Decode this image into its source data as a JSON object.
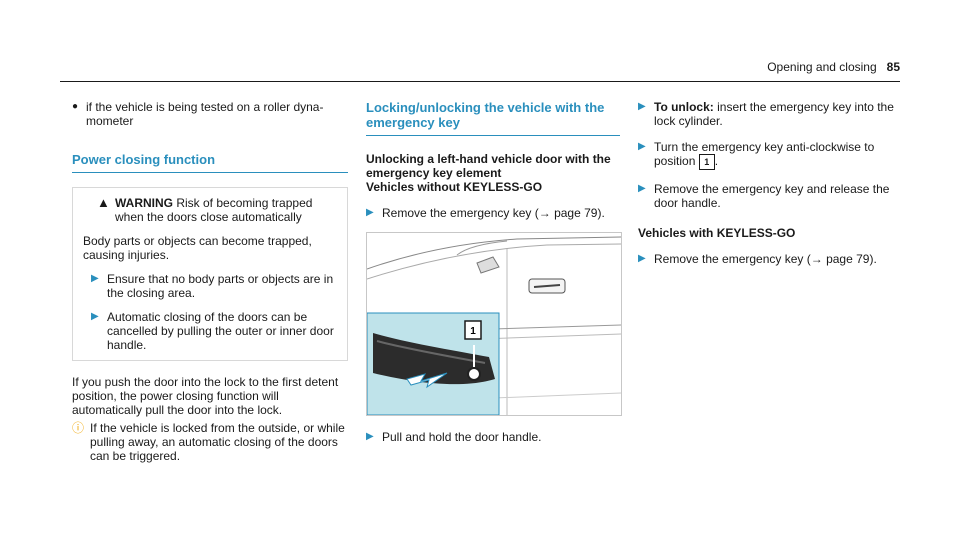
{
  "header": {
    "title": "Opening and closing",
    "page": "85"
  },
  "col1": {
    "bullet": "if the vehicle is being tested on a roller dyna­mometer",
    "section_title": "Power closing function",
    "warning": {
      "title": "WARNING",
      "title_text": "Risk of becoming trapped when the doors close automatically",
      "body": "Body parts or objects can become trapped, causing injuries.",
      "steps": [
        "Ensure that no body parts or objects are in the closing area.",
        "Automatic closing of the doors can be cancelled by pulling the outer or inner door handle."
      ]
    },
    "para": "If you push the door into the lock to the first detent position, the power closing function will automatically pull the door into the lock.",
    "note": "If the vehicle is locked from the outside, or while pulling away, an automatic closing of the doors can be triggered."
  },
  "col2": {
    "section_title": "Locking/unlocking the vehicle with the emergency key",
    "sub_title": "Unlocking a left-hand vehicle door with the emergency key element",
    "sub_title2": "Vehicles without KEYLESS-GO",
    "step1": "Remove the emergency key (→ page 79).",
    "callout": "1",
    "step2": "Pull and hold the door handle."
  },
  "col3": {
    "step1_label": "To unlock:",
    "step1": "insert the emergency key into the lock cylinder.",
    "step2": "Turn the emergency key anti-clockwise to position",
    "step2_pos": "1",
    "step3": "Remove the emergency key and release the door handle.",
    "sub_title": "Vehicles with KEYLESS-GO",
    "step4": "Remove the emergency key (→ page 79)."
  },
  "colors": {
    "accent": "#2a8fbd",
    "note": "#f0a500",
    "inset": "#bfe3ea"
  }
}
